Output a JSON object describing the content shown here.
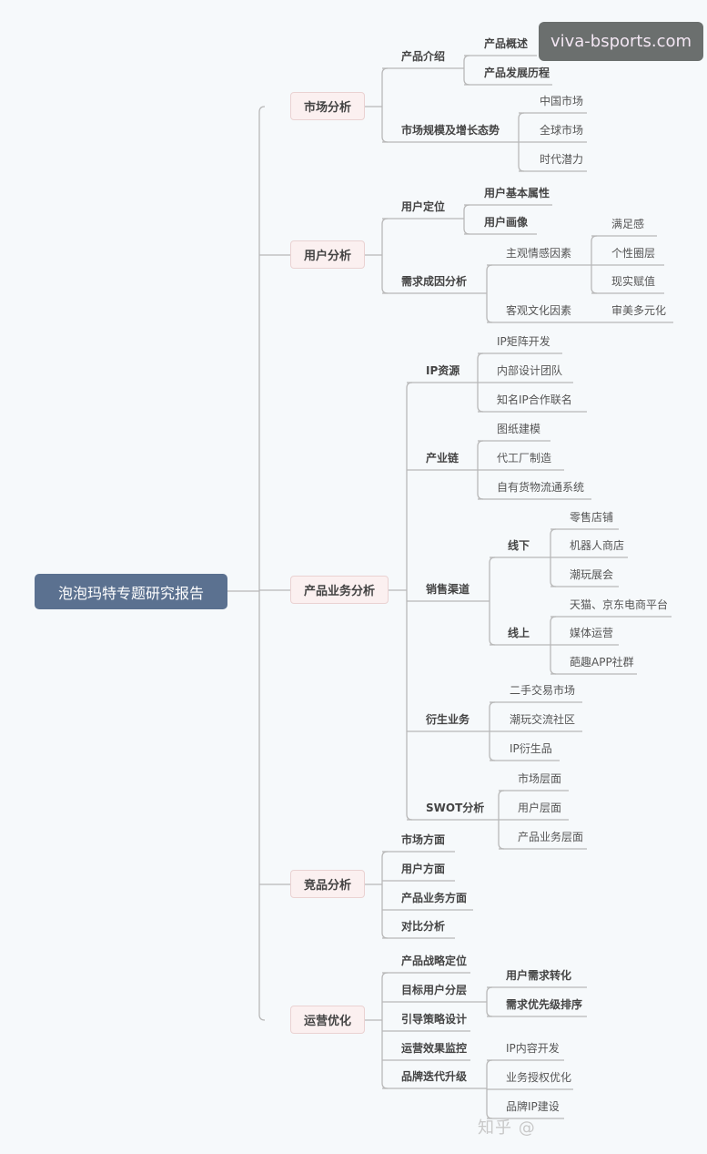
{
  "map": {
    "root": "泡泡玛特专题研究报告",
    "branches": [
      {
        "label": "市场分析",
        "children": [
          {
            "label": "产品介绍",
            "children": [
              {
                "label": "产品概述"
              },
              {
                "label": "产品发展历程"
              }
            ]
          },
          {
            "label": "市场规模及增长态势",
            "children": [
              {
                "label": "中国市场"
              },
              {
                "label": "全球市场"
              },
              {
                "label": "时代潜力"
              }
            ]
          }
        ]
      },
      {
        "label": "用户分析",
        "children": [
          {
            "label": "用户定位",
            "children": [
              {
                "label": "用户基本属性"
              },
              {
                "label": "用户画像"
              }
            ]
          },
          {
            "label": "需求成因分析",
            "children": [
              {
                "label": "主观情感因素",
                "children": [
                  {
                    "label": "满足感"
                  },
                  {
                    "label": "个性圈层"
                  },
                  {
                    "label": "现实赋值"
                  }
                ]
              },
              {
                "label": "客观文化因素",
                "children": [
                  {
                    "label": "审美多元化"
                  }
                ]
              }
            ]
          }
        ]
      },
      {
        "label": "产品业务分析",
        "children": [
          {
            "label": "IP资源",
            "children": [
              {
                "label": "IP矩阵开发"
              },
              {
                "label": "内部设计团队"
              },
              {
                "label": "知名IP合作联名"
              }
            ]
          },
          {
            "label": "产业链",
            "children": [
              {
                "label": "图纸建模"
              },
              {
                "label": "代工厂制造"
              },
              {
                "label": "自有货物流通系统"
              }
            ]
          },
          {
            "label": "销售渠道",
            "children": [
              {
                "label": "线下",
                "children": [
                  {
                    "label": "零售店铺"
                  },
                  {
                    "label": "机器人商店"
                  },
                  {
                    "label": "潮玩展会"
                  }
                ]
              },
              {
                "label": "线上",
                "children": [
                  {
                    "label": "天猫、京东电商平台"
                  },
                  {
                    "label": "媒体运营"
                  },
                  {
                    "label": "葩趣APP社群"
                  }
                ]
              }
            ]
          },
          {
            "label": "衍生业务",
            "children": [
              {
                "label": "二手交易市场"
              },
              {
                "label": "潮玩交流社区"
              },
              {
                "label": "IP衍生品"
              }
            ]
          },
          {
            "label": "SWOT分析",
            "children": [
              {
                "label": "市场层面"
              },
              {
                "label": "用户层面"
              },
              {
                "label": "产品业务层面"
              }
            ]
          }
        ]
      },
      {
        "label": "竞品分析",
        "children": [
          {
            "label": "市场方面"
          },
          {
            "label": "用户方面"
          },
          {
            "label": "产品业务方面"
          },
          {
            "label": "对比分析"
          }
        ]
      },
      {
        "label": "运营优化",
        "children": [
          {
            "label": "产品战略定位"
          },
          {
            "label": "目标用户分层",
            "children": [
              {
                "label": "用户需求转化"
              },
              {
                "label": "需求优先级排序"
              }
            ]
          },
          {
            "label": "引导策略设计"
          },
          {
            "label": "运营效果监控"
          },
          {
            "label": "品牌迭代升级",
            "children": [
              {
                "label": "IP内容开发"
              },
              {
                "label": "业务授权优化"
              },
              {
                "label": "品牌IP建设"
              }
            ]
          }
        ]
      }
    ]
  },
  "colors": {
    "root": "#5b7190",
    "branch_bg": "#fbf0f0",
    "line": "#b8b8b8"
  },
  "watermark": "viva-bsports.com",
  "credit": "知乎 @"
}
